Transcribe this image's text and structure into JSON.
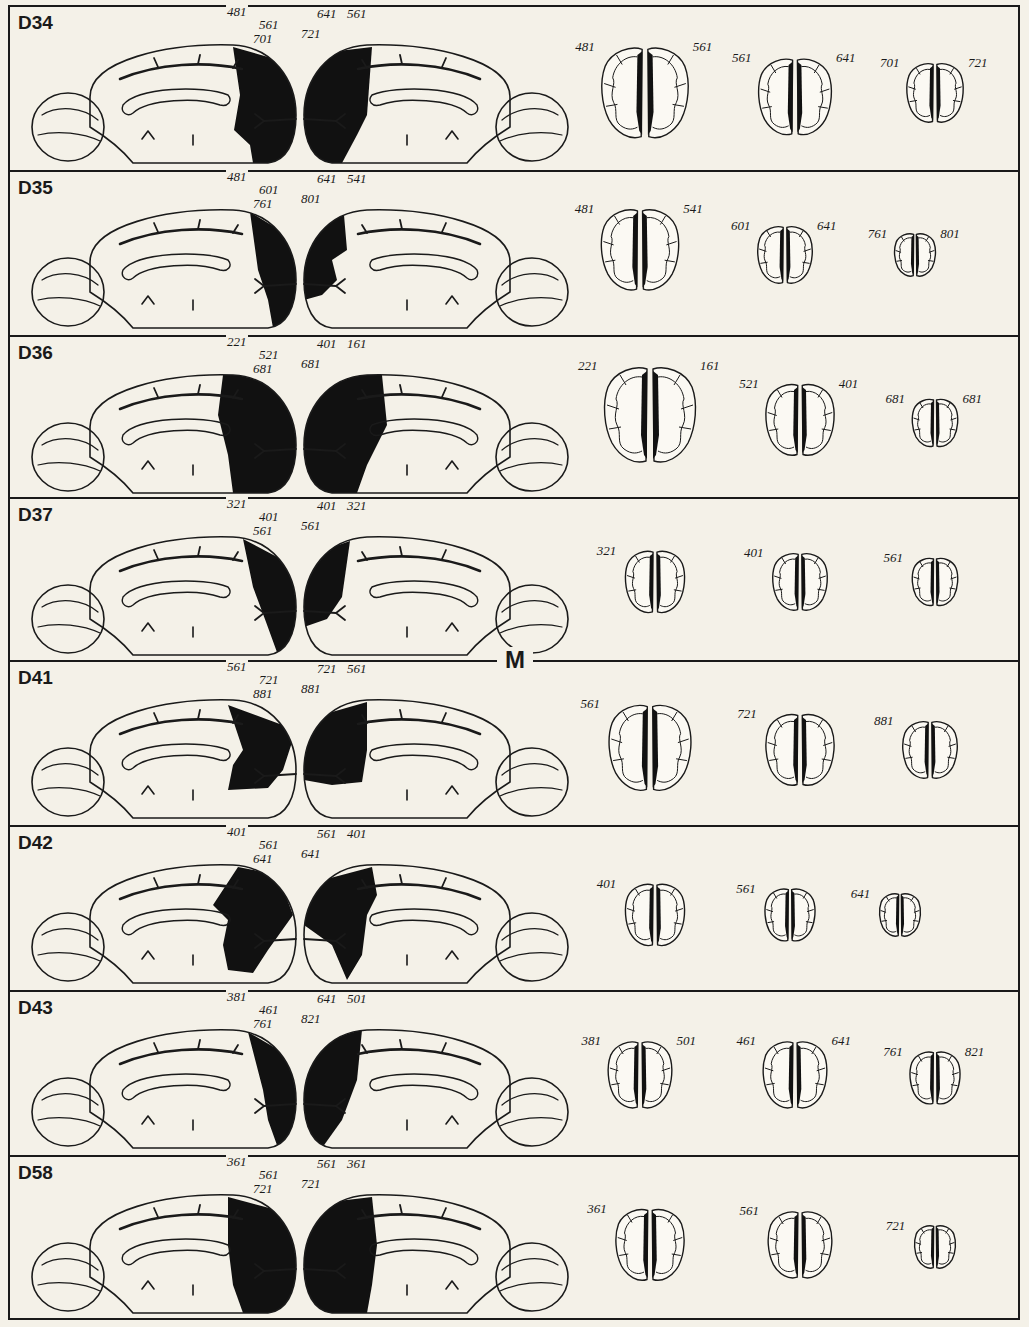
{
  "diagram": {
    "nodes": [
      {
        "text": [
          "D34"
        ]
      },
      {
        "text": [
          "D35"
        ]
      },
      {
        "text": [
          "D36"
        ]
      },
      {
        "text": [
          "D37"
        ]
      },
      {
        "text": [
          "D41"
        ]
      },
      {
        "text": [
          "D42"
        ]
      },
      {
        "text": [
          "D43"
        ]
      },
      {
        "text": [
          "D58"
        ]
      }
    ],
    "labels": [
      "481",
      "561",
      "701",
      "641",
      "561",
      "721",
      "481",
      "561",
      "561",
      "641",
      "701",
      "721",
      "481",
      "601",
      "761",
      "641",
      "541",
      "801",
      "481",
      "541",
      "601",
      "641",
      "761",
      "801",
      "221",
      "521",
      "681",
      "401",
      "161",
      "681",
      "221",
      "161",
      "521",
      "401",
      "681",
      "681",
      "321",
      "401",
      "561",
      "401",
      "321",
      "561",
      "321",
      "401",
      "561",
      "M",
      "561",
      "721",
      "881",
      "721",
      "561",
      "881",
      "561",
      "721",
      "881",
      "401",
      "561",
      "641",
      "561",
      "401",
      "641",
      "401",
      "561",
      "641",
      "381",
      "461",
      "761",
      "641",
      "501",
      "821",
      "381",
      "501",
      "461",
      "641",
      "761",
      "821",
      "361",
      "561",
      "721",
      "561",
      "361",
      "721",
      "361",
      "561",
      "721"
    ]
  }
}
